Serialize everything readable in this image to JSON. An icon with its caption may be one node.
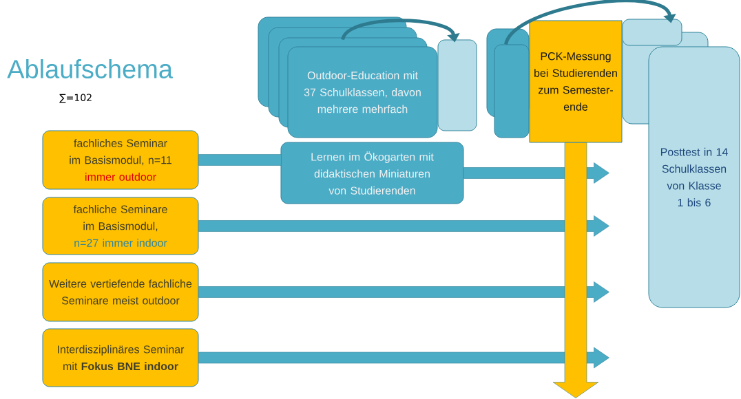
{
  "diagram": {
    "title": "Ablaufschema",
    "nodes": [
      {
        "text": [
          "fachliches Seminar im Basismodul, n=11",
          "immer outdoor"
        ]
      },
      {
        "text": [
          "fachliche Seminare im Basismodul,",
          "n=27 immer indoor"
        ]
      },
      {
        "text": [
          "Weitere vertiefende fachliche Seminare meist outdoor"
        ]
      },
      {
        "text": [
          "Interdisziplinäres Seminar mit **Fokus BNE indoor**"
        ]
      },
      {
        "text": [
          "Outdoor-Education mit 37 Schulklassen, davon mehrere mehrfach"
        ]
      },
      {
        "text": [],
        "shape": "box"
      },
      {
        "text": [
          "Lernen im Ökogarten mit didaktischen Miniaturen von Studierenden"
        ]
      },
      {
        "text": [
          "PCK-Messung bei Studierenden zum Semester- ende"
        ]
      },
      {
        "text": [],
        "shape": "box"
      },
      {
        "text": [],
        "shape": "box"
      },
      {
        "text": [
          "Posttest in 14 Schulklassen von Klasse 1 bis 6"
        ]
      }
    ],
    "edges": [
      {
        "from": 0,
        "to": 6,
        "arrow": "none"
      },
      {
        "from": 6,
        "to": null,
        "arrow": "to"
      },
      {
        "from": 1,
        "to": null,
        "arrow": "to"
      },
      {
        "from": 2,
        "to": null,
        "arrow": "to"
      },
      {
        "from": 3,
        "to": null,
        "arrow": "to"
      },
      {
        "from": 7,
        "to": null,
        "arrow": "to",
        "color": "#ffc000"
      },
      {
        "from": 4,
        "to": 5,
        "arrow": "to"
      },
      {
        "from": 8,
        "to": 9,
        "arrow": "to"
      }
    ],
    "labels": [
      "∑=102"
    ]
  }
}
